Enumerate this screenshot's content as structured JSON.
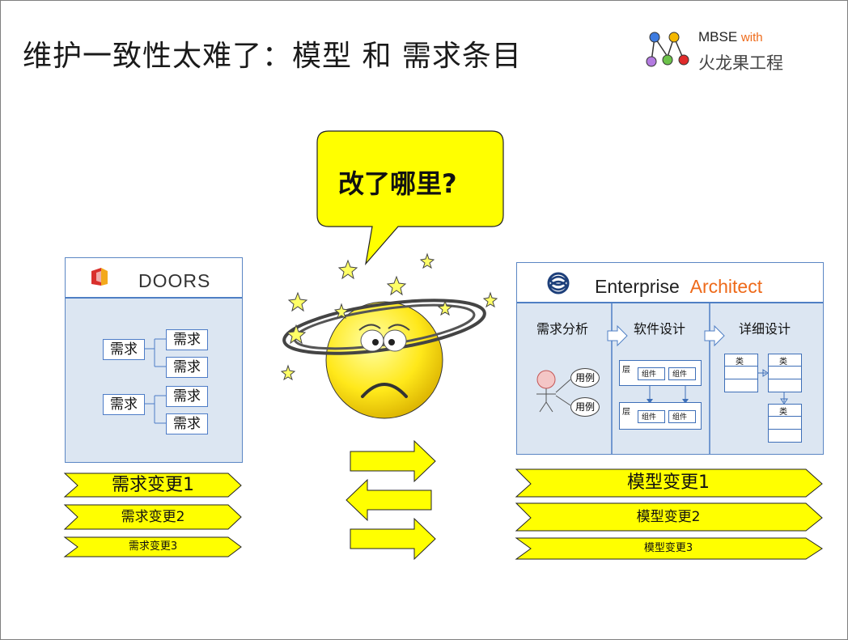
{
  "slide": {
    "title": "维护一致性太难了：模型 和 需求条目",
    "logo": {
      "line1": "MBSE",
      "line1_accent": "with",
      "line2": "火龙果工程"
    },
    "bubble": {
      "text": "改了哪里?"
    }
  },
  "doors": {
    "name": "DOORS",
    "requirements": [
      "需求",
      "需求",
      "需求",
      "需求",
      "需求",
      "需求"
    ]
  },
  "ea": {
    "name_part1": "Enterprise",
    "name_part2": "Architect",
    "columns": [
      "需求分析",
      "软件设计",
      "详细设计"
    ],
    "usecases": [
      "用例",
      "用例"
    ],
    "layer_label": "层",
    "component_label": "组件",
    "class_label": "类"
  },
  "left_changes": [
    "需求变更1",
    "需求变更2",
    "需求变更3"
  ],
  "right_changes": [
    "模型变更1",
    "模型变更2",
    "模型变更3"
  ],
  "colors": {
    "highlight_yellow": "#ffff00",
    "panel_fill": "#dce6f2",
    "panel_border": "#5b86c4",
    "accent_orange": "#ee6a1a"
  }
}
